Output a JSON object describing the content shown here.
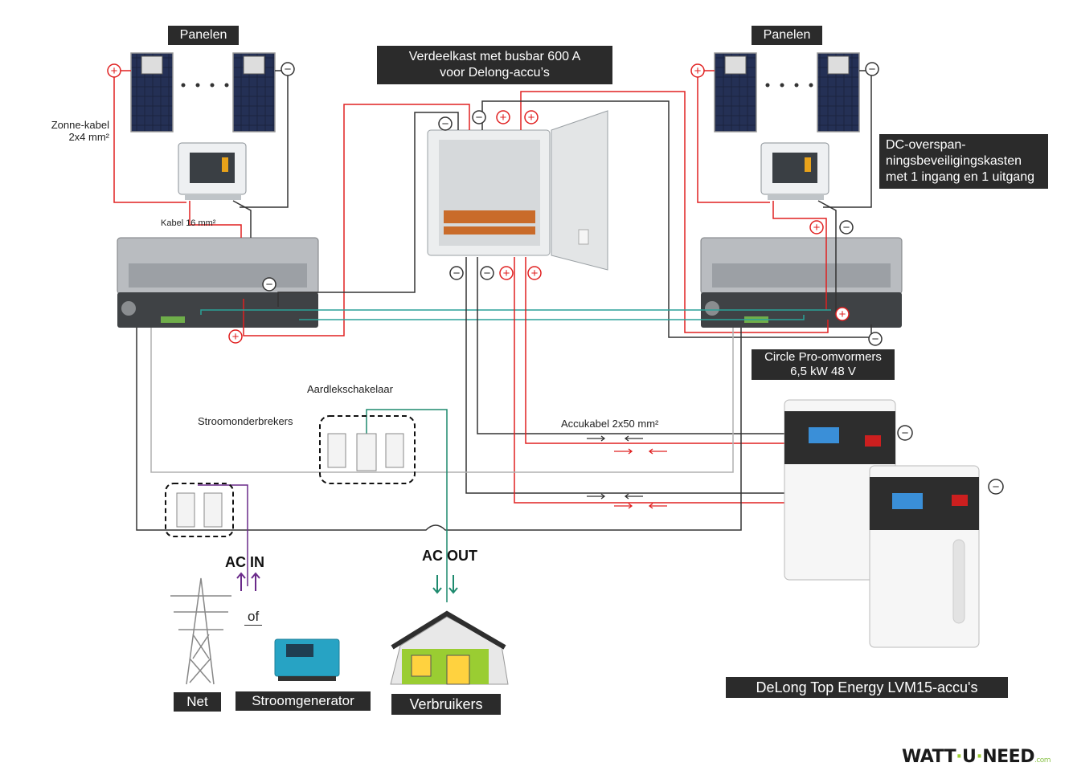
{
  "labels": {
    "panels_left": "Panelen",
    "panels_right": "Panelen",
    "busbar_box": "Verdeelkast met busbar 600 A voor Delong-accu’s",
    "busbar_line1": "Verdeelkast met busbar 600 A",
    "busbar_line2": "voor Delong-accu’s",
    "dc_protect_line1": "DC-overspan-",
    "dc_protect_line2": "ningsbeveiligingskasten",
    "dc_protect_line3": "met 1 ingang en 1 uitgang",
    "inverter_line1": "Circle Pro-omvormers",
    "inverter_line2": "6,5 kW 48 V",
    "battery": "DeLong Top Energy LVM15-accu's",
    "net": "Net",
    "generator": "Stroomgenerator",
    "consumers": "Verbruikers",
    "solar_cable_line1": "Zonne-kabel",
    "solar_cable_line2": "2x4 mm²",
    "cable16": "Kabel 16 mm²",
    "rcd": "Aardlekschakelaar",
    "breakers": "Stroomonderbrekers",
    "battery_cable": "Accukabel 2x50 mm²",
    "ac_in": "AC IN",
    "ac_out": "AC OUT",
    "or": "of",
    "plus": "+",
    "minus": "−"
  },
  "logo": {
    "brand_a": "WATT",
    "sep": "·",
    "brand_b": "U",
    "brand_c": "NEED",
    "suffix": ".com"
  },
  "colors": {
    "positive": "#e02020",
    "negative": "#333333",
    "ac_out": "#1e8a6e",
    "ac_in": "#6a2a8a",
    "grey_wire": "#b0b0b0",
    "teal": "#2aa198",
    "label_bg": "#2b2b2b"
  }
}
